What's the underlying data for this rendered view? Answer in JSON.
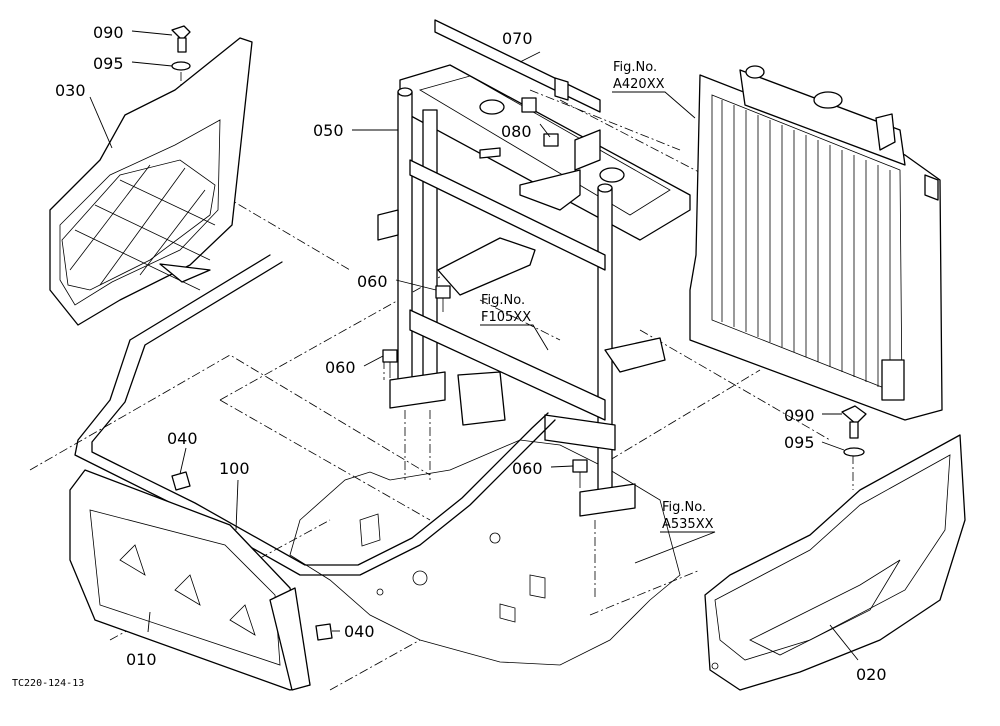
{
  "part_labels": [
    {
      "id": "l090a",
      "text": "090"
    },
    {
      "id": "l095a",
      "text": "095"
    },
    {
      "id": "l030",
      "text": "030"
    },
    {
      "id": "l070",
      "text": "070"
    },
    {
      "id": "l050",
      "text": "050"
    },
    {
      "id": "l080",
      "text": "080"
    },
    {
      "id": "l060a",
      "text": "060"
    },
    {
      "id": "l060b",
      "text": "060"
    },
    {
      "id": "l060c",
      "text": "060"
    },
    {
      "id": "l040a",
      "text": "040"
    },
    {
      "id": "l100",
      "text": "100"
    },
    {
      "id": "l040b",
      "text": "040"
    },
    {
      "id": "l010",
      "text": "010"
    },
    {
      "id": "l090b",
      "text": "090"
    },
    {
      "id": "l095b",
      "text": "095"
    },
    {
      "id": "l020",
      "text": "020"
    }
  ],
  "figure_refs": [
    {
      "id": "ref-a420",
      "line1": "Fig.No.",
      "line2": "A420XX"
    },
    {
      "id": "ref-f105",
      "line1": "Fig.No.",
      "line2": "F105XX"
    },
    {
      "id": "ref-a535",
      "line1": "Fig.No.",
      "line2": "A535XX"
    }
  ],
  "drawing_code": "TC220-124-13"
}
